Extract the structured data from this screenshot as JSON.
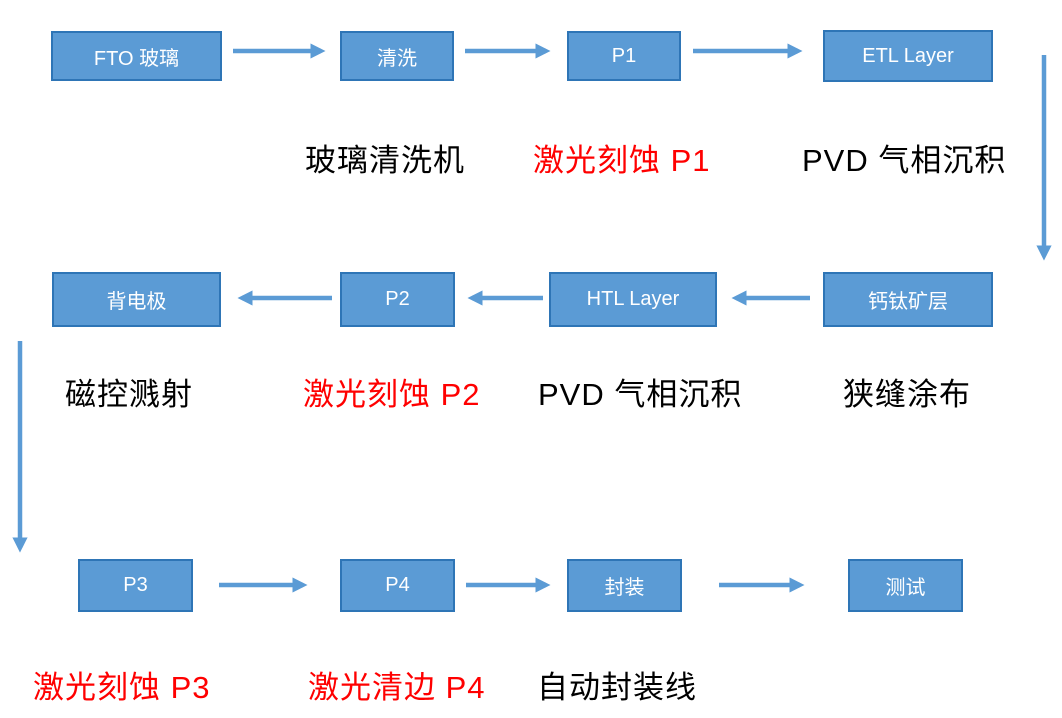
{
  "diagram": {
    "type": "flowchart",
    "subject": "perovskite-solar-module-production-line",
    "colors": {
      "box_fill": "#5B9BD5",
      "box_border": "#2E75B6",
      "box_text": "#FFFFFF",
      "arrow": "#5B9BD5",
      "caption_black": "#000000",
      "caption_red": "#FF0000",
      "background": "#FFFFFF"
    },
    "boxes": [
      {
        "id": "fto-glass",
        "label": "FTO 玻璃"
      },
      {
        "id": "cleaning",
        "label": "清洗"
      },
      {
        "id": "p1",
        "label": "P1"
      },
      {
        "id": "etl-layer",
        "label": "ETL Layer"
      },
      {
        "id": "back-electrode",
        "label": "背电极"
      },
      {
        "id": "p2",
        "label": "P2"
      },
      {
        "id": "htl-layer",
        "label": "HTL Layer"
      },
      {
        "id": "perovskite",
        "label": "钙钛矿层"
      },
      {
        "id": "p3",
        "label": "P3"
      },
      {
        "id": "p4",
        "label": "P4"
      },
      {
        "id": "encapsulation",
        "label": "封装"
      },
      {
        "id": "testing",
        "label": "测试"
      }
    ],
    "captions": [
      {
        "text": "玻璃清洗机",
        "color": "black",
        "for": "cleaning"
      },
      {
        "text": "激光刻蚀 P1",
        "color": "red",
        "for": "p1"
      },
      {
        "text": "PVD 气相沉积",
        "color": "black",
        "for": "etl-layer"
      },
      {
        "text": "磁控溅射",
        "color": "black",
        "for": "back-electrode"
      },
      {
        "text": "激光刻蚀 P2",
        "color": "red",
        "for": "p2"
      },
      {
        "text": "PVD 气相沉积",
        "color": "black",
        "for": "htl-layer"
      },
      {
        "text": "狭缝涂布",
        "color": "black",
        "for": "perovskite"
      },
      {
        "text": "激光刻蚀 P3",
        "color": "red",
        "for": "p3"
      },
      {
        "text": "激光清边 P4",
        "color": "red",
        "for": "p4"
      },
      {
        "text": "自动封装线",
        "color": "black",
        "for": "encapsulation"
      }
    ],
    "arrows": [
      {
        "from": "fto-glass",
        "to": "cleaning",
        "direction": "right"
      },
      {
        "from": "cleaning",
        "to": "p1",
        "direction": "right"
      },
      {
        "from": "p1",
        "to": "etl-layer",
        "direction": "right"
      },
      {
        "from": "etl-layer",
        "to": "perovskite",
        "direction": "down"
      },
      {
        "from": "perovskite",
        "to": "htl-layer",
        "direction": "left"
      },
      {
        "from": "htl-layer",
        "to": "p2",
        "direction": "left"
      },
      {
        "from": "p2",
        "to": "back-electrode",
        "direction": "left"
      },
      {
        "from": "back-electrode",
        "to": "p3",
        "direction": "down"
      },
      {
        "from": "p3",
        "to": "p4",
        "direction": "right"
      },
      {
        "from": "p4",
        "to": "encapsulation",
        "direction": "right"
      },
      {
        "from": "encapsulation",
        "to": "testing",
        "direction": "right"
      }
    ]
  }
}
